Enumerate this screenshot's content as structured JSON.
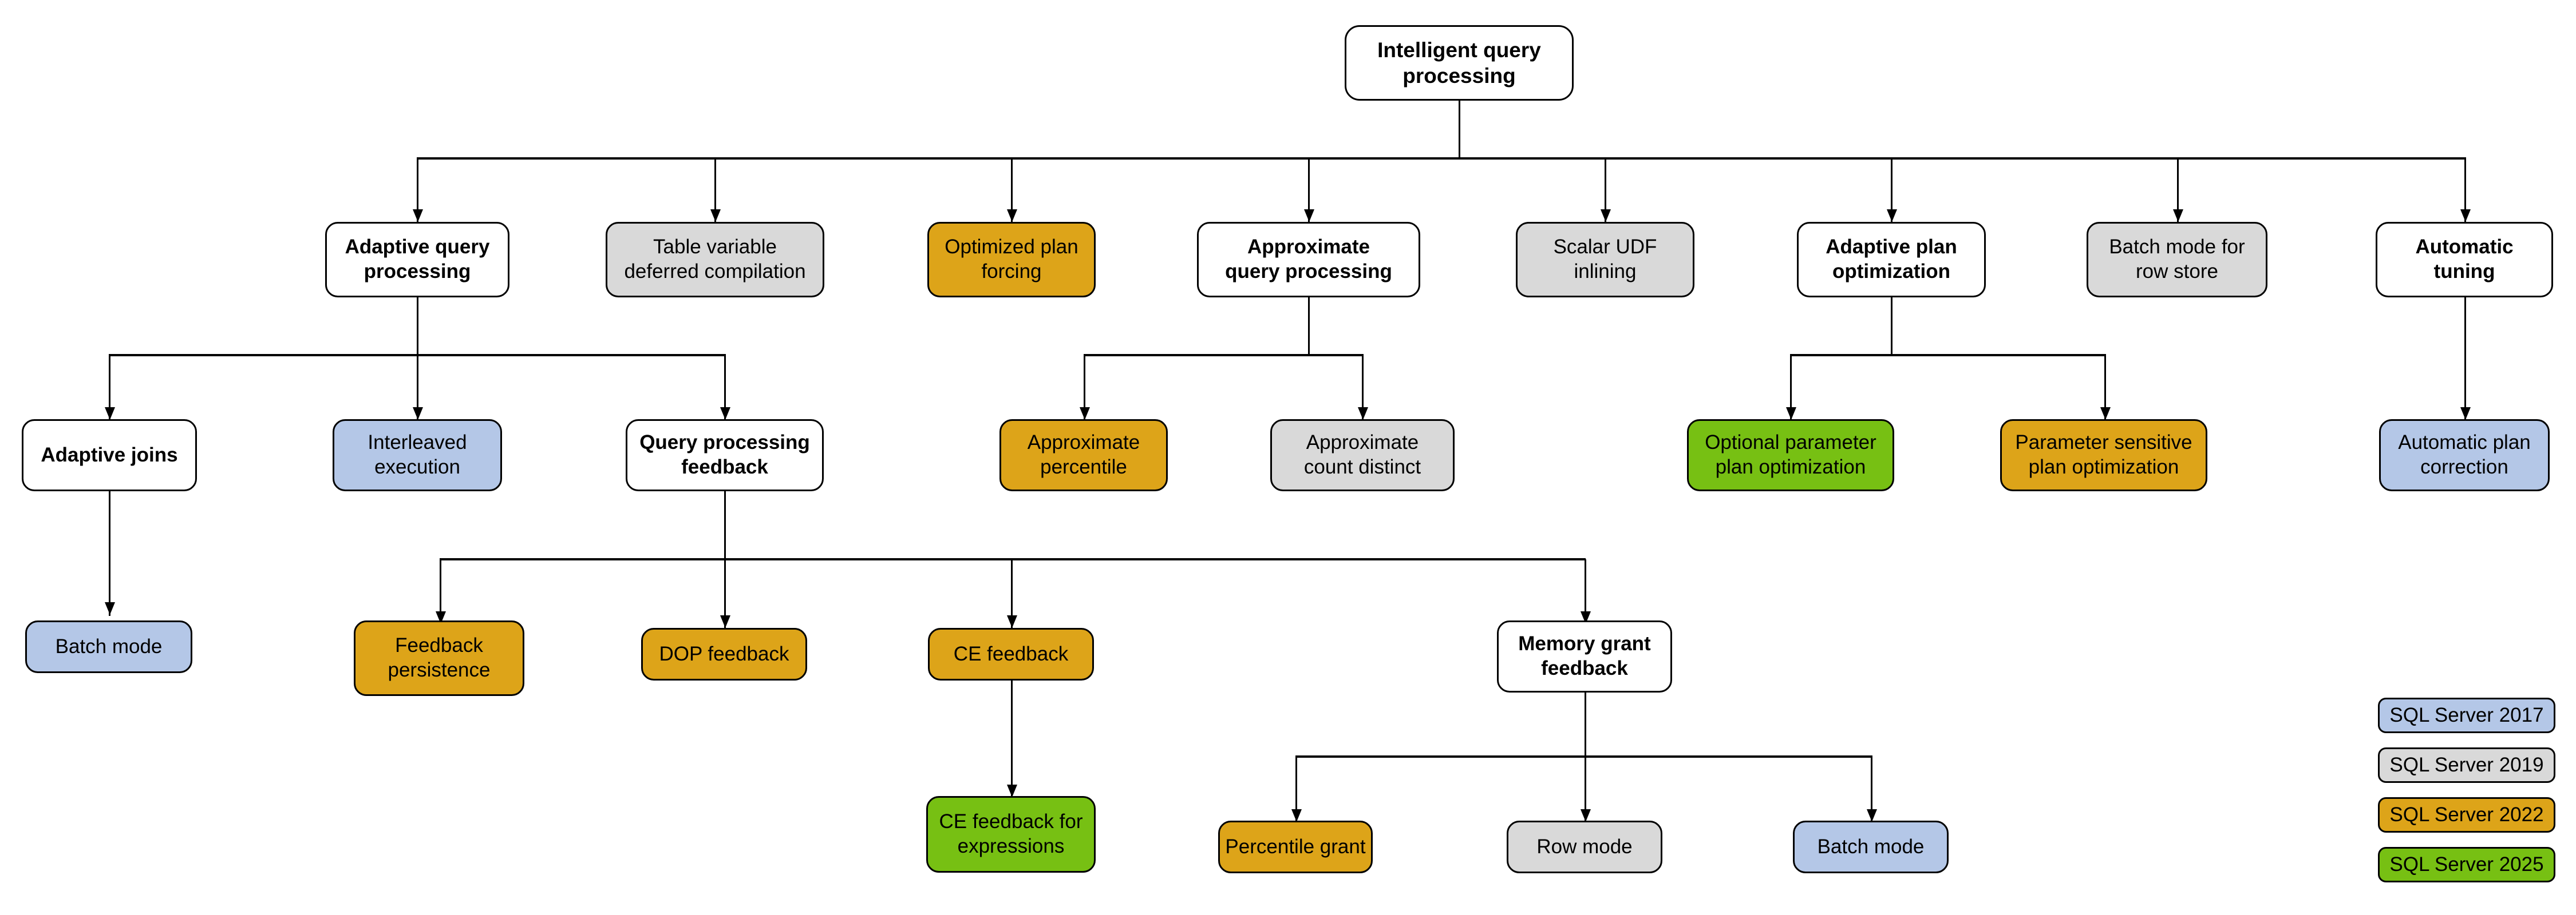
{
  "diagram": {
    "title_node": {
      "label": "Intelligent query\nprocessing"
    },
    "colors": {
      "sql2017": "#b4c7e7",
      "sql2019": "#d9d9d9",
      "sql2022": "#dda419",
      "sql2025": "#77c013",
      "white": "#ffffff",
      "border": "#000000"
    },
    "nodes": [
      {
        "id": "root",
        "label": "Intelligent query\nprocessing",
        "color": "white"
      },
      {
        "id": "aqp",
        "label": "Adaptive query\nprocessing",
        "color": "white"
      },
      {
        "id": "tvdc",
        "label": "Table variable\ndeferred compilation",
        "color": "sql2019"
      },
      {
        "id": "opf",
        "label": "Optimized plan\nforcing",
        "color": "sql2022"
      },
      {
        "id": "apqp",
        "label": "Approximate\nquery processing",
        "color": "white"
      },
      {
        "id": "sudf",
        "label": "Scalar UDF\ninlining",
        "color": "sql2019"
      },
      {
        "id": "apo",
        "label": "Adaptive plan\noptimization",
        "color": "white"
      },
      {
        "id": "bmrs",
        "label": "Batch mode for\nrow store",
        "color": "sql2019"
      },
      {
        "id": "at",
        "label": "Automatic\ntuning",
        "color": "white"
      },
      {
        "id": "aj",
        "label": "Adaptive joins",
        "color": "white"
      },
      {
        "id": "ie",
        "label": "Interleaved\nexecution",
        "color": "sql2017"
      },
      {
        "id": "qpf",
        "label": "Query processing\nfeedback",
        "color": "white"
      },
      {
        "id": "ap",
        "label": "Approximate\npercentile",
        "color": "sql2022"
      },
      {
        "id": "acd",
        "label": "Approximate\ncount distinct",
        "color": "sql2019"
      },
      {
        "id": "oppo",
        "label": "Optional parameter\nplan optimization",
        "color": "sql2025"
      },
      {
        "id": "pspo",
        "label": "Parameter sensitive\nplan optimization",
        "color": "sql2022"
      },
      {
        "id": "apc",
        "label": "Automatic plan\ncorrection",
        "color": "sql2017"
      },
      {
        "id": "bm1",
        "label": "Batch mode",
        "color": "sql2017"
      },
      {
        "id": "fp",
        "label": "Feedback\npersistence",
        "color": "sql2022"
      },
      {
        "id": "dop",
        "label": "DOP feedback",
        "color": "sql2022"
      },
      {
        "id": "ce",
        "label": "CE feedback",
        "color": "sql2022"
      },
      {
        "id": "mgf",
        "label": "Memory grant\nfeedback",
        "color": "white"
      },
      {
        "id": "cefe",
        "label": "CE feedback for\nexpressions",
        "color": "sql2025"
      },
      {
        "id": "pg",
        "label": "Percentile grant",
        "color": "sql2022"
      },
      {
        "id": "rm",
        "label": "Row mode",
        "color": "sql2019"
      },
      {
        "id": "bm2",
        "label": "Batch mode",
        "color": "sql2017"
      }
    ],
    "legend": [
      {
        "id": "leg2017",
        "label": "SQL Server 2017",
        "color": "sql2017"
      },
      {
        "id": "leg2019",
        "label": "SQL Server 2019",
        "color": "sql2019"
      },
      {
        "id": "leg2022",
        "label": "SQL Server 2022",
        "color": "sql2022"
      },
      {
        "id": "leg2025",
        "label": "SQL Server 2025",
        "color": "sql2025"
      }
    ]
  }
}
